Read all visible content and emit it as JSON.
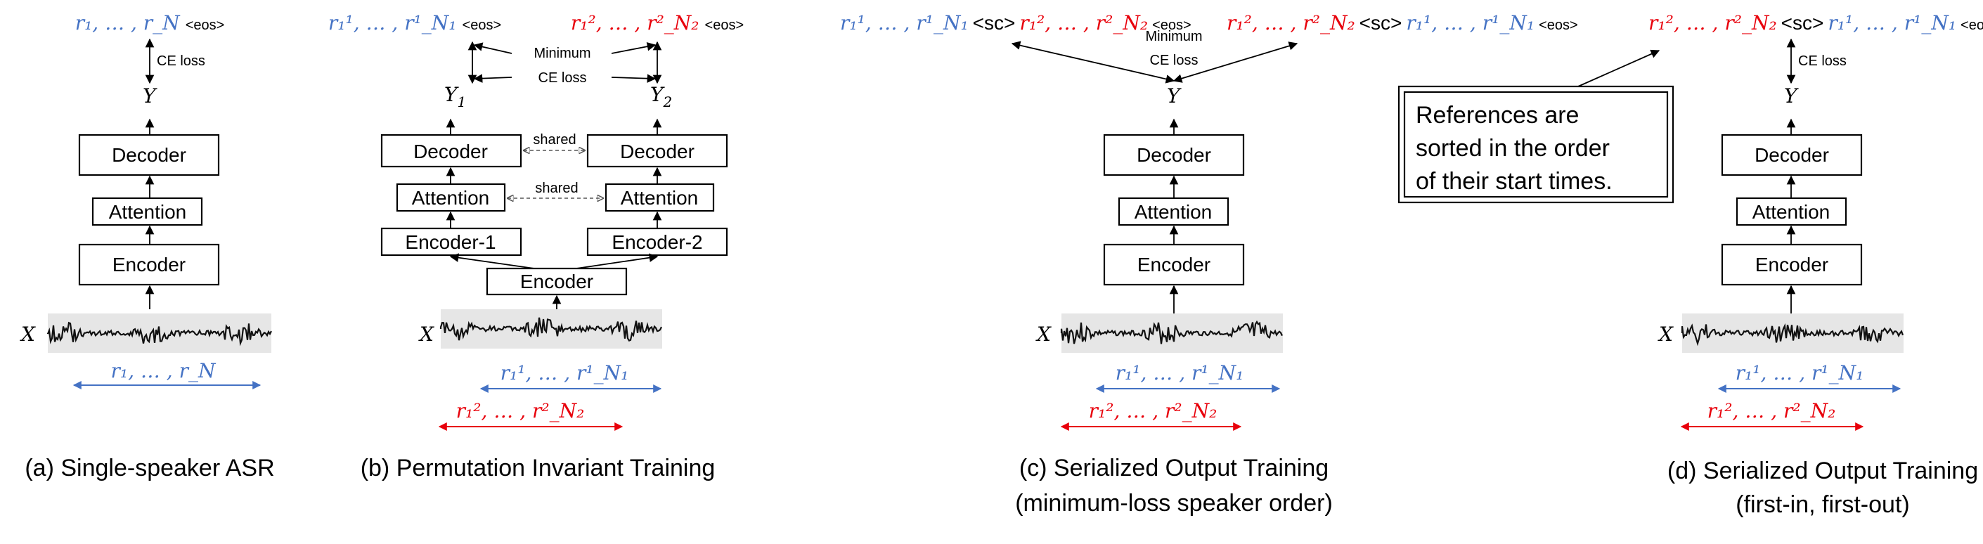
{
  "diagram": {
    "blocks": {
      "decoder": "Decoder",
      "attention": "Attention",
      "encoder": "Encoder",
      "encoder1": "Encoder-1",
      "encoder2": "Encoder-2"
    },
    "labels": {
      "ce_loss": "CE loss",
      "minimum": "Minimum",
      "shared": "shared",
      "eos": "<eos>",
      "sc": "<sc>",
      "x": "X",
      "y": "Y",
      "y1": "Y",
      "y2": "Y",
      "sub1": "1",
      "sub2": "2"
    },
    "sequences": {
      "single": "r₁, … , r_N",
      "spk1": "r₁¹, … , r¹_N₁",
      "spk2": "r₁², … , r²_N₂"
    },
    "note": [
      "References are",
      "sorted in the order",
      "of their start times."
    ],
    "captions": {
      "a": "(a) Single-speaker ASR",
      "b": "(b) Permutation Invariant Training",
      "c1": "(c) Serialized Output Training",
      "c2": "(minimum-loss speaker order)",
      "d1": "(d) Serialized Output Training",
      "d2": "(first-in, first-out)"
    },
    "colors": {
      "speaker1": "#4472C4",
      "speaker2": "#E8000B",
      "waveform_bg": "#e6e6e6"
    }
  }
}
